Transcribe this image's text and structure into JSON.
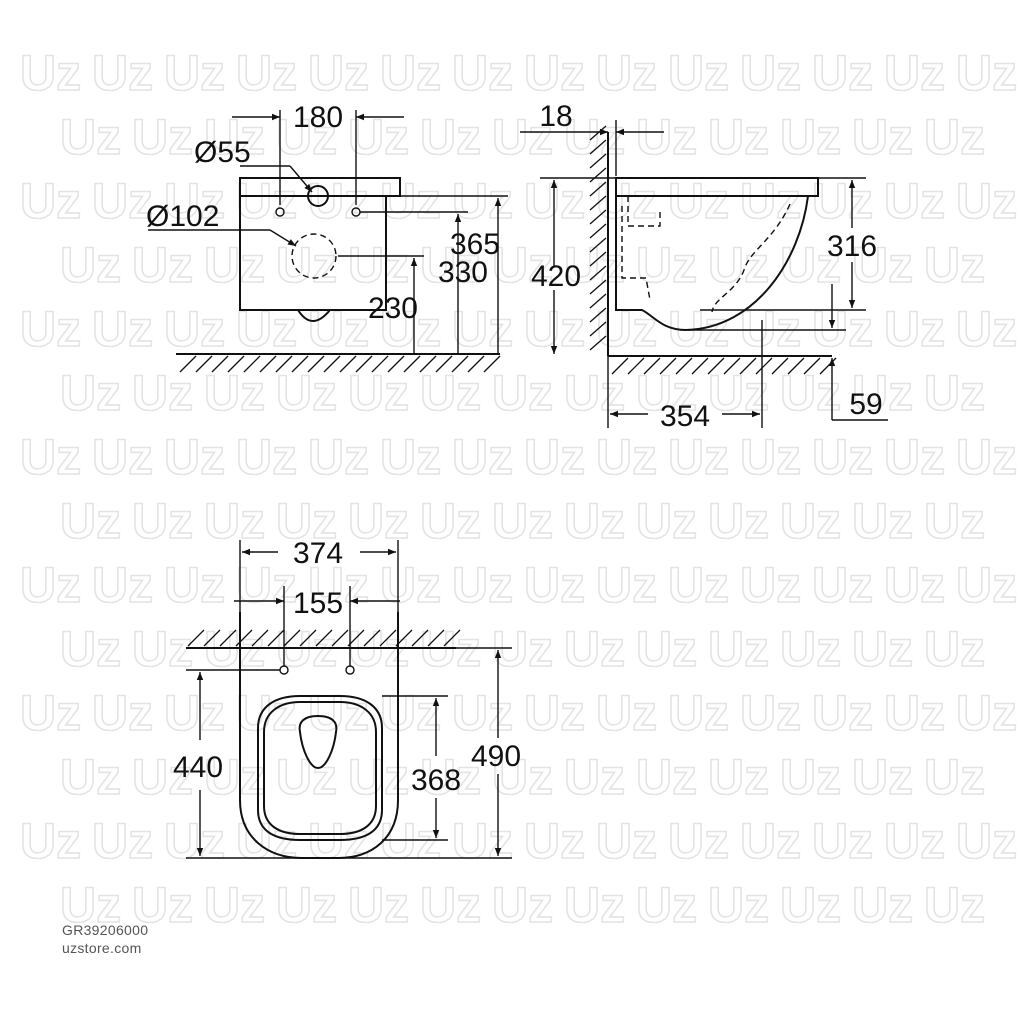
{
  "watermark": "Uz",
  "product_code": "GR39206000",
  "store_url": "uzstore.com",
  "dimensions": {
    "front_view": {
      "width_180": "180",
      "dia_55": "Ø55",
      "dia_102": "Ø102",
      "h_365": "365",
      "h_330": "330",
      "h_230": "230"
    },
    "side_view": {
      "t_18": "18",
      "h_420": "420",
      "h_316": "316",
      "d_354": "354",
      "h_59": "59"
    },
    "top_view": {
      "w_374": "374",
      "w_155": "155",
      "l_440": "440",
      "l_368": "368",
      "l_490": "490"
    }
  }
}
